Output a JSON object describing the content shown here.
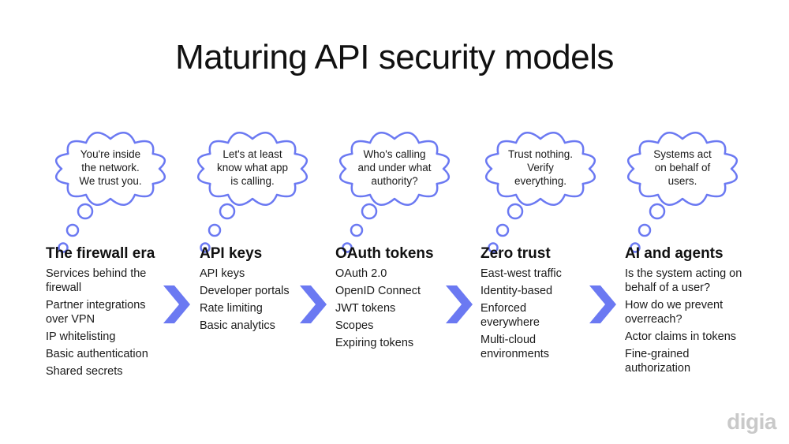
{
  "title": "Maturing API security models",
  "logo": "digia",
  "accent_color": "#6B79F2",
  "stages": [
    {
      "heading": "The firewall era",
      "thought": [
        "You're inside",
        "the network.",
        "We trust you."
      ],
      "items": [
        [
          "Services behind the",
          "firewall"
        ],
        [
          "Partner integrations",
          "over VPN"
        ],
        [
          "IP whitelisting"
        ],
        [
          "Basic authentication"
        ],
        [
          "Shared secrets"
        ]
      ]
    },
    {
      "heading": "API keys",
      "thought": [
        "Let's at least",
        "know what app",
        "is calling."
      ],
      "items": [
        [
          "API keys"
        ],
        [
          "Developer portals"
        ],
        [
          "Rate limiting"
        ],
        [
          "Basic analytics"
        ]
      ]
    },
    {
      "heading": "OAuth tokens",
      "thought": [
        "Who's calling",
        "and under what",
        "authority?"
      ],
      "items": [
        [
          "OAuth 2.0"
        ],
        [
          "OpenID Connect"
        ],
        [
          "JWT tokens"
        ],
        [
          "Scopes"
        ],
        [
          "Expiring tokens"
        ]
      ]
    },
    {
      "heading": "Zero trust",
      "thought": [
        "Trust nothing.",
        "Verify",
        "everything."
      ],
      "items": [
        [
          "East-west traffic"
        ],
        [
          "Identity-based"
        ],
        [
          "Enforced",
          "everywhere"
        ],
        [
          "Multi-cloud",
          "environments"
        ]
      ]
    },
    {
      "heading": "AI and agents",
      "thought": [
        "Systems act",
        "on behalf of",
        "users."
      ],
      "items": [
        [
          "Is the system acting on",
          "behalf of a user?"
        ],
        [
          "How do we prevent",
          "overreach?"
        ],
        [
          "Actor claims in tokens"
        ],
        [
          "Fine-grained",
          "authorization"
        ]
      ]
    }
  ]
}
